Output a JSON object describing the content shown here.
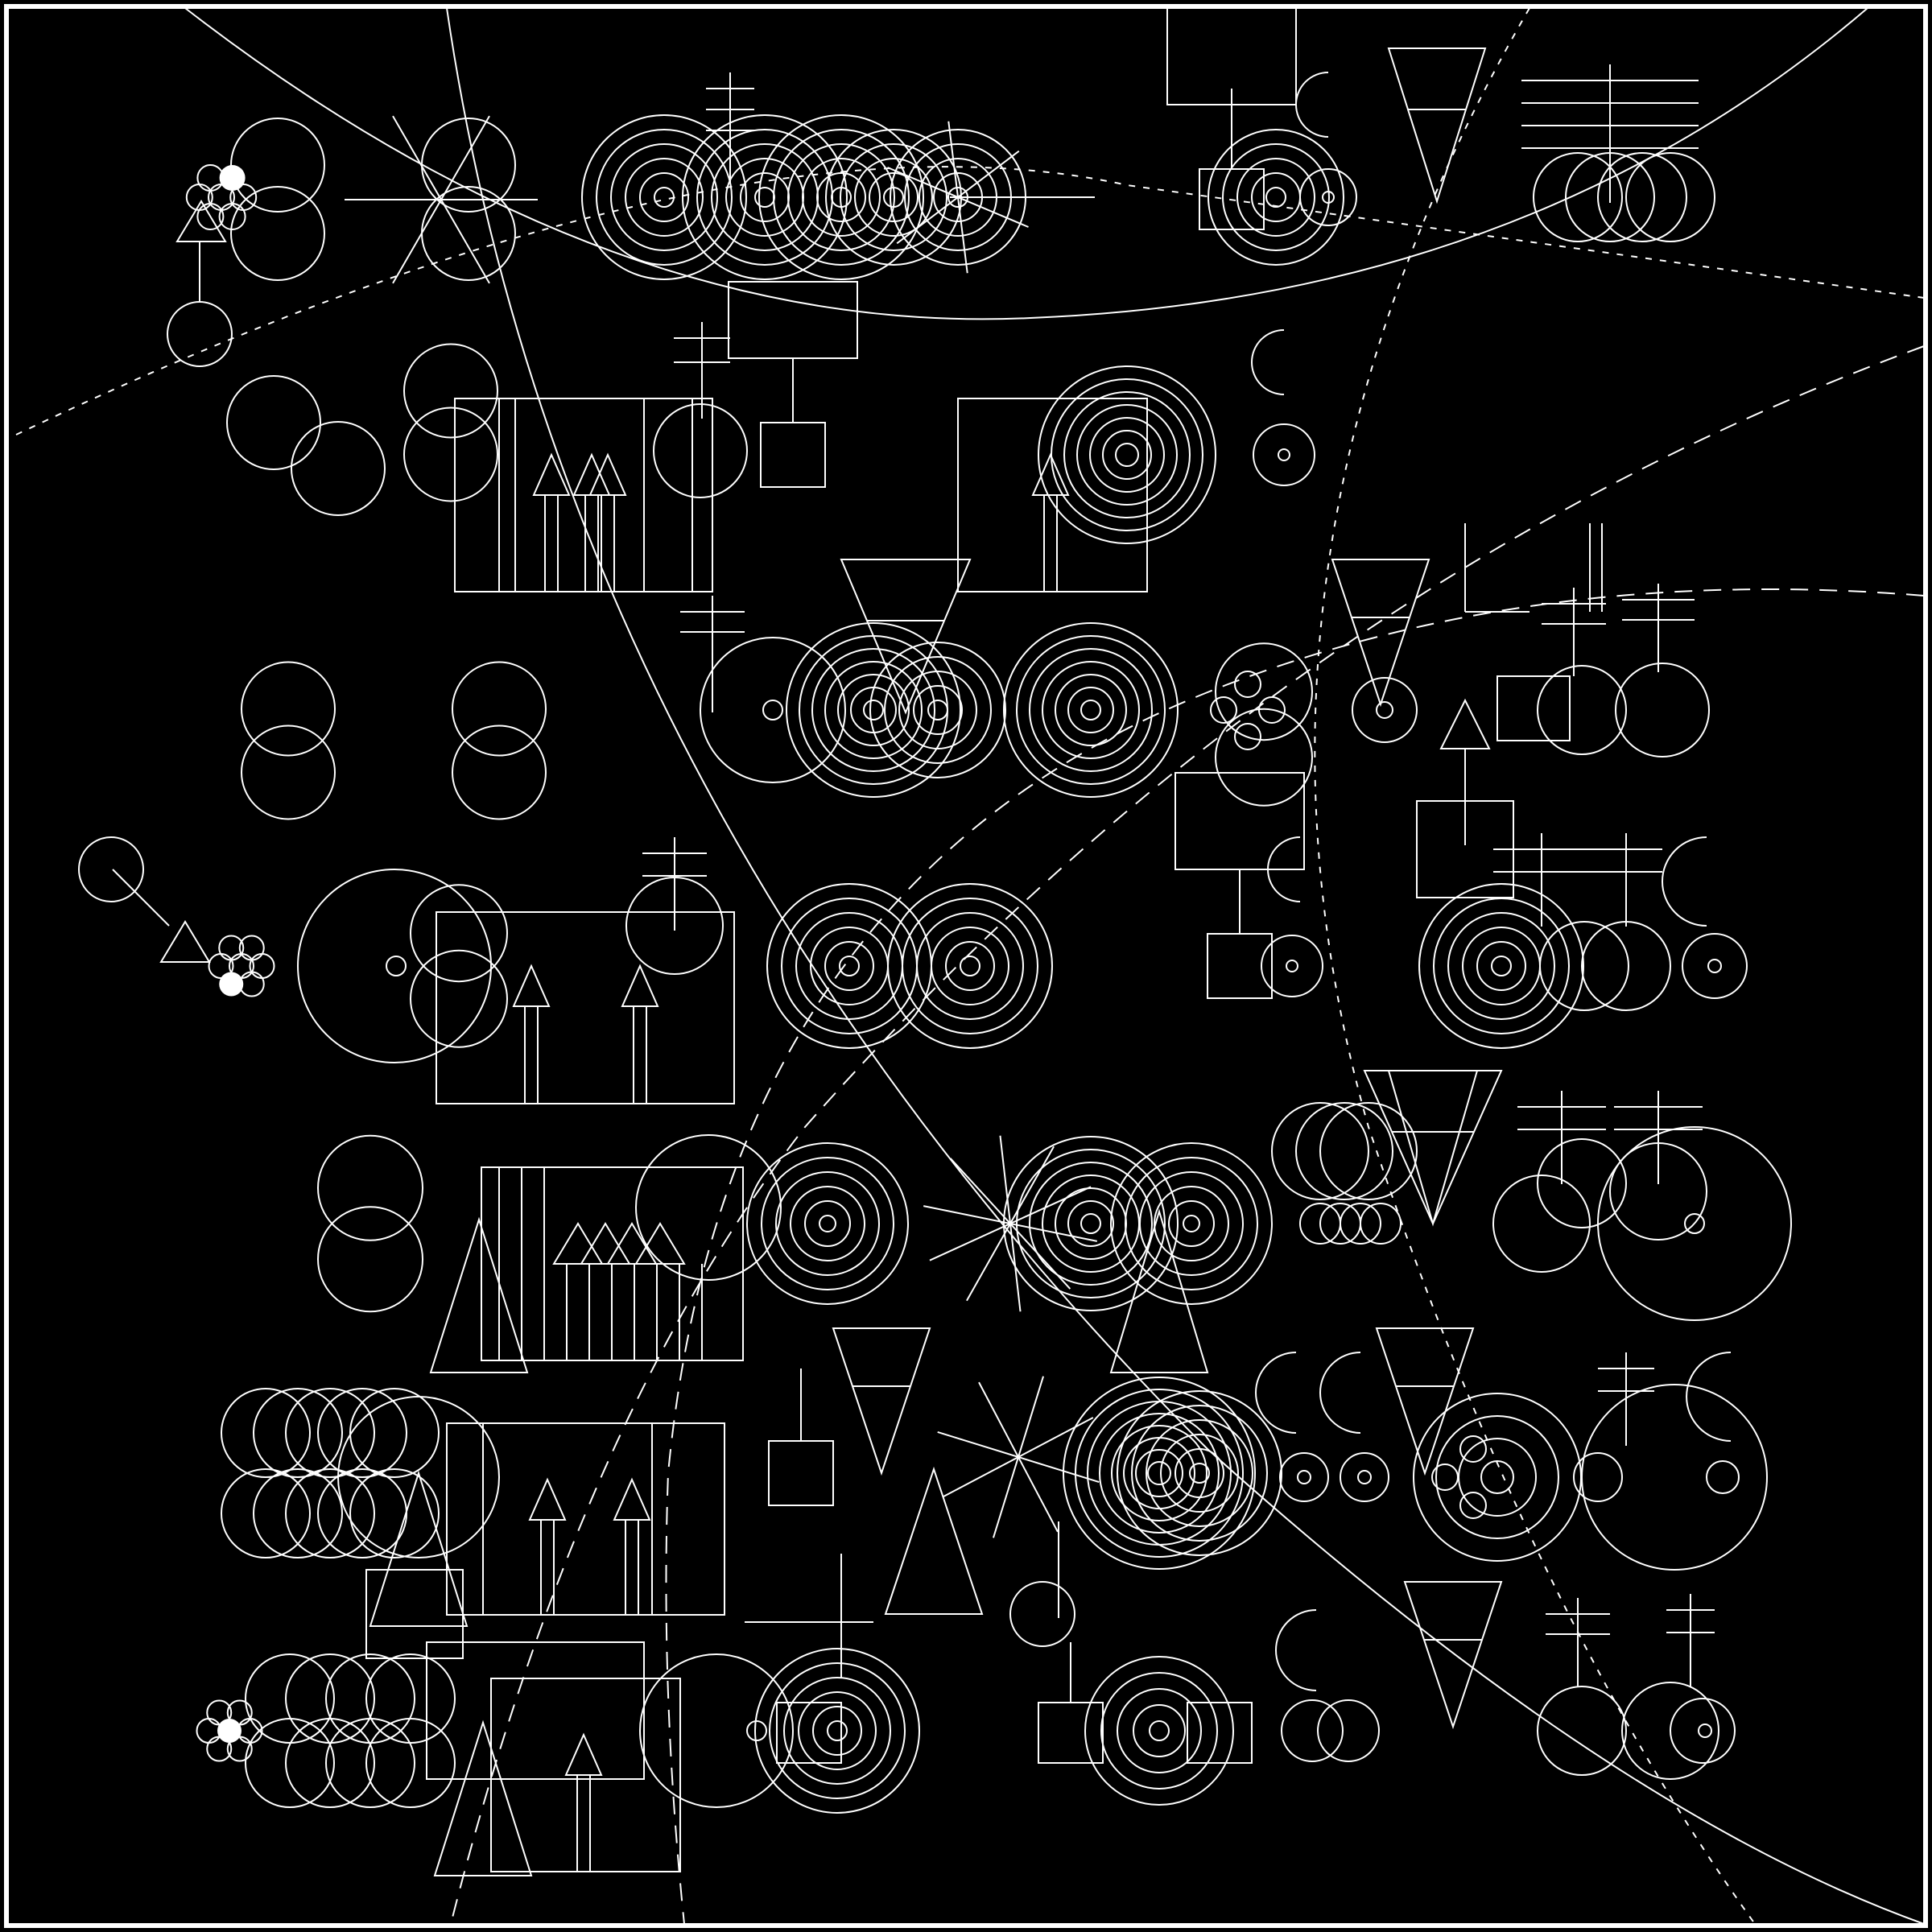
{
  "artwork": {
    "colors": {
      "background": "#000000",
      "stroke": "#ffffff",
      "frame": "#ffffff"
    },
    "motifs": [
      "concentric-circles",
      "circle-clusters",
      "triangles",
      "rectangles",
      "crosses",
      "arcs",
      "dashed-curves"
    ]
  }
}
